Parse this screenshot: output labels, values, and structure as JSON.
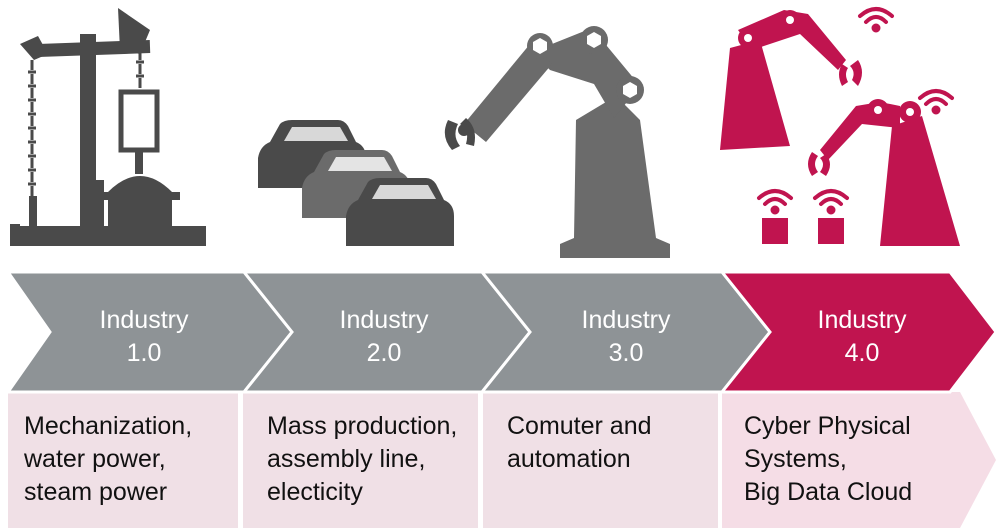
{
  "colors": {
    "gray_chevron": "#8e9396",
    "gray_icon_dark": "#4a4a4a",
    "gray_icon_mid": "#6b6b6b",
    "magenta": "#c0144f",
    "pink_box": "#f0e0e6",
    "pink_box_light": "#f5dde6",
    "white_separator": "#ffffff"
  },
  "stages": [
    {
      "title_line1": "Industry",
      "title_line2": "1.0",
      "icon": "oil-pump-icon",
      "description": [
        "Mechanization,",
        "water power,",
        "steam power"
      ]
    },
    {
      "title_line1": "Industry",
      "title_line2": "2.0",
      "icon": "cars-assembly-icon",
      "description": [
        "Mass production,",
        "assembly line,",
        "electicity"
      ]
    },
    {
      "title_line1": "Industry",
      "title_line2": "3.0",
      "icon": "robot-arm-icon",
      "description": [
        "Comuter and",
        "automation"
      ]
    },
    {
      "title_line1": "Industry",
      "title_line2": "4.0",
      "icon": "connected-robots-wifi-icon",
      "description": [
        "Cyber Physical",
        "Systems,",
        "Big Data Cloud"
      ]
    }
  ]
}
